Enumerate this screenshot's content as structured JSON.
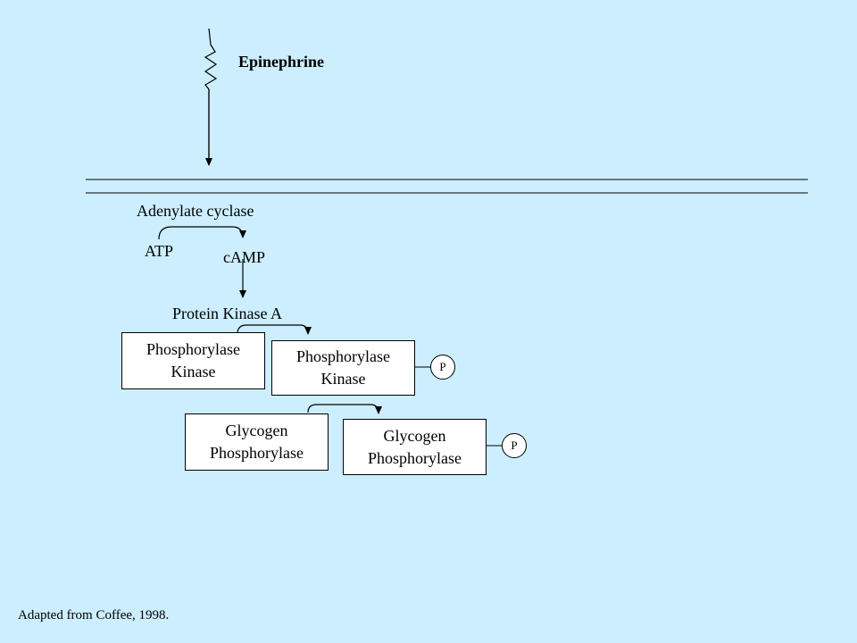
{
  "diagram": {
    "ligand": "Epinephrine",
    "enzyme": "Adenylate cyclase",
    "substrate": "ATP",
    "product": "cAMP",
    "kinase_a": "Protein Kinase A",
    "phosphorylase_kinase_inactive": {
      "line1": "Phosphorylase",
      "line2": "Kinase"
    },
    "phosphorylase_kinase_active": {
      "line1": "Phosphorylase",
      "line2": "Kinase",
      "phosphate": "P"
    },
    "glycogen_phosphorylase_inactive": {
      "line1": "Glycogen",
      "line2": "Phosphorylase"
    },
    "glycogen_phosphorylase_active": {
      "line1": "Glycogen",
      "line2": "Phosphorylase",
      "phosphate": "P"
    }
  },
  "footnote": "Adapted from Coffee, 1998."
}
